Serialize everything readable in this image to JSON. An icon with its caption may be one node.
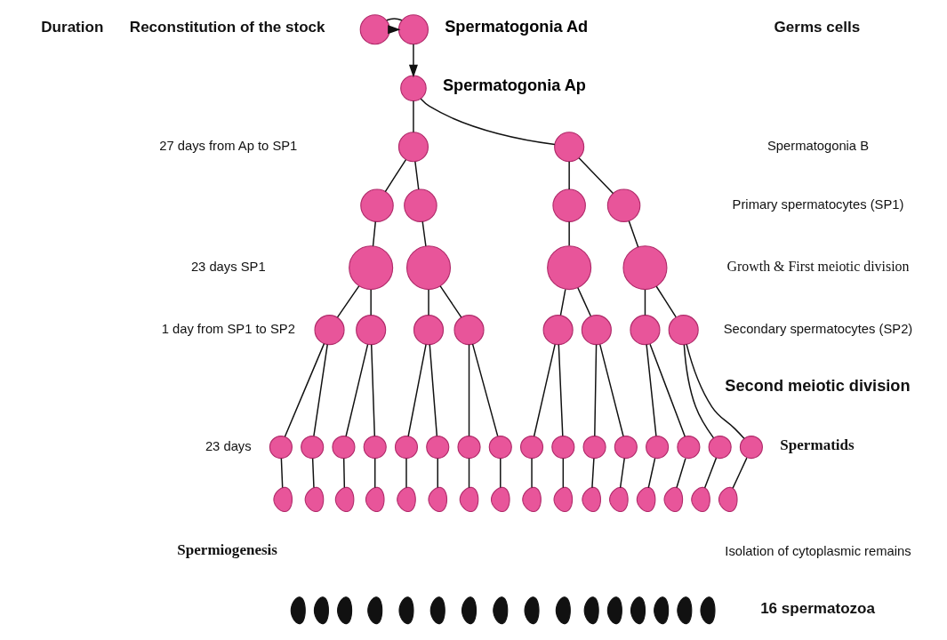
{
  "diagram": {
    "nodes": [
      {
        "text": [],
        "shape": "circle",
        "beside": [
          "Spermatogonia Ad"
        ]
      },
      {
        "text": [],
        "shape": "circle"
      },
      {
        "text": [],
        "shape": "circle",
        "beside": [
          "Spermatogonia Ap"
        ]
      },
      {
        "text": [],
        "shape": "circle"
      },
      {
        "text": [],
        "shape": "circle"
      },
      {
        "text": [],
        "shape": "circle"
      },
      {
        "text": [],
        "shape": "circle"
      },
      {
        "text": [],
        "shape": "circle"
      },
      {
        "text": [],
        "shape": "circle"
      },
      {
        "text": [],
        "shape": "circle"
      },
      {
        "text": [],
        "shape": "circle"
      },
      {
        "text": [],
        "shape": "circle"
      },
      {
        "text": [],
        "shape": "circle"
      },
      {
        "text": [],
        "shape": "circle"
      },
      {
        "text": [],
        "shape": "circle"
      },
      {
        "text": [],
        "shape": "circle"
      },
      {
        "text": [],
        "shape": "circle"
      },
      {
        "text": [],
        "shape": "circle"
      },
      {
        "text": [],
        "shape": "circle"
      },
      {
        "text": [],
        "shape": "circle"
      },
      {
        "text": [],
        "shape": "circle"
      },
      {
        "text": [],
        "shape": "circle"
      },
      {
        "text": [],
        "shape": "circle"
      },
      {
        "text": [],
        "shape": "circle"
      },
      {
        "text": [],
        "shape": "circle"
      },
      {
        "text": [],
        "shape": "circle"
      },
      {
        "text": [],
        "shape": "circle"
      },
      {
        "text": [],
        "shape": "circle"
      },
      {
        "text": [],
        "shape": "circle"
      },
      {
        "text": [],
        "shape": "circle"
      },
      {
        "text": [],
        "shape": "circle"
      },
      {
        "text": [],
        "shape": "circle"
      },
      {
        "text": [],
        "shape": "circle"
      },
      {
        "text": [],
        "shape": "circle"
      },
      {
        "text": [],
        "shape": "circle"
      },
      {
        "text": [],
        "shape": "circle"
      },
      {
        "text": [],
        "shape": "circle"
      },
      {
        "text": [],
        "shape": "picture"
      },
      {
        "text": [],
        "shape": "picture"
      },
      {
        "text": [],
        "shape": "picture"
      },
      {
        "text": [],
        "shape": "picture"
      },
      {
        "text": [],
        "shape": "picture"
      },
      {
        "text": [],
        "shape": "picture"
      },
      {
        "text": [],
        "shape": "picture"
      },
      {
        "text": [],
        "shape": "picture"
      },
      {
        "text": [],
        "shape": "picture"
      },
      {
        "text": [],
        "shape": "picture"
      },
      {
        "text": [],
        "shape": "picture"
      },
      {
        "text": [],
        "shape": "picture"
      },
      {
        "text": [],
        "shape": "picture"
      },
      {
        "text": [],
        "shape": "picture"
      },
      {
        "text": [],
        "shape": "picture"
      },
      {
        "text": [],
        "shape": "picture"
      },
      {
        "text": [],
        "shape": "circle"
      },
      {
        "text": [],
        "shape": "circle"
      },
      {
        "text": [],
        "shape": "circle"
      },
      {
        "text": [],
        "shape": "circle"
      },
      {
        "text": [],
        "shape": "circle"
      },
      {
        "text": [],
        "shape": "circle"
      },
      {
        "text": [],
        "shape": "circle"
      },
      {
        "text": [],
        "shape": "circle"
      },
      {
        "text": [],
        "shape": "circle"
      },
      {
        "text": [],
        "shape": "circle"
      },
      {
        "text": [],
        "shape": "circle"
      },
      {
        "text": [],
        "shape": "circle"
      },
      {
        "text": [],
        "shape": "circle"
      },
      {
        "text": [],
        "shape": "circle"
      },
      {
        "text": [],
        "shape": "circle"
      },
      {
        "text": [],
        "shape": "circle"
      }
    ],
    "edges": [
      {
        "from": 1,
        "to": 0,
        "arrow": "to"
      },
      {
        "from": 0,
        "to": 1,
        "arrow": "none"
      },
      {
        "from": 0,
        "to": 2,
        "arrow": "to"
      },
      {
        "from": 2,
        "to": 3,
        "arrow": "none"
      },
      {
        "from": 2,
        "to": 4,
        "arrow": "none"
      },
      {
        "from": 3,
        "to": 5,
        "arrow": "none"
      },
      {
        "from": 3,
        "to": 6,
        "arrow": "none"
      },
      {
        "from": 4,
        "to": 7,
        "arrow": "none"
      },
      {
        "from": 4,
        "to": 8,
        "arrow": "none"
      },
      {
        "from": 5,
        "to": 9,
        "arrow": "none"
      },
      {
        "from": 6,
        "to": 10,
        "arrow": "none"
      },
      {
        "from": 7,
        "to": 11,
        "arrow": "none"
      },
      {
        "from": 8,
        "to": 12,
        "arrow": "none"
      },
      {
        "from": 9,
        "to": 13,
        "arrow": "none"
      },
      {
        "from": 9,
        "to": 14,
        "arrow": "none"
      },
      {
        "from": 10,
        "to": 15,
        "arrow": "none"
      },
      {
        "from": 10,
        "to": 16,
        "arrow": "none"
      },
      {
        "from": 11,
        "to": 17,
        "arrow": "none"
      },
      {
        "from": 11,
        "to": 18,
        "arrow": "none"
      },
      {
        "from": 12,
        "to": 19,
        "arrow": "none"
      },
      {
        "from": 12,
        "to": 20,
        "arrow": "none"
      },
      {
        "from": 13,
        "to": 21,
        "arrow": "none"
      },
      {
        "from": 13,
        "to": 22,
        "arrow": "none"
      },
      {
        "from": 14,
        "to": 23,
        "arrow": "none"
      },
      {
        "from": 14,
        "to": 24,
        "arrow": "none"
      },
      {
        "from": 15,
        "to": 25,
        "arrow": "none"
      },
      {
        "from": 15,
        "to": 26,
        "arrow": "none"
      },
      {
        "from": 16,
        "to": 27,
        "arrow": "none"
      },
      {
        "from": 16,
        "to": 28,
        "arrow": "none"
      },
      {
        "from": 17,
        "to": 29,
        "arrow": "none"
      },
      {
        "from": 17,
        "to": 30,
        "arrow": "none"
      },
      {
        "from": 18,
        "to": 31,
        "arrow": "none"
      },
      {
        "from": 18,
        "to": 32,
        "arrow": "none"
      },
      {
        "from": 19,
        "to": 33,
        "arrow": "none"
      },
      {
        "from": 19,
        "to": 34,
        "arrow": "none"
      },
      {
        "from": 20,
        "to": 35,
        "arrow": "none"
      },
      {
        "from": 20,
        "to": 36,
        "arrow": "none"
      },
      {
        "from": 21,
        "to": 37,
        "arrow": "none"
      },
      {
        "from": 22,
        "to": 38,
        "arrow": "none"
      },
      {
        "from": 23,
        "to": 39,
        "arrow": "none"
      },
      {
        "from": 24,
        "to": 40,
        "arrow": "none"
      },
      {
        "from": 25,
        "to": 41,
        "arrow": "none"
      },
      {
        "from": 26,
        "to": 42,
        "arrow": "none"
      },
      {
        "from": 27,
        "to": 43,
        "arrow": "none"
      },
      {
        "from": 28,
        "to": 44,
        "arrow": "none"
      },
      {
        "from": 29,
        "to": 45,
        "arrow": "none"
      },
      {
        "from": 30,
        "to": 46,
        "arrow": "none"
      },
      {
        "from": 31,
        "to": 47,
        "arrow": "none"
      },
      {
        "from": 32,
        "to": 48,
        "arrow": "none"
      },
      {
        "from": 33,
        "to": 49,
        "arrow": "none"
      },
      {
        "from": 34,
        "to": 50,
        "arrow": "none"
      },
      {
        "from": 35,
        "to": 51,
        "arrow": "none"
      },
      {
        "from": 36,
        "to": 52,
        "arrow": "none"
      }
    ],
    "labels": [
      "Duration",
      "Reconstitution of the stock",
      "Germs cells",
      "27 days from Ap to SP1",
      "Spermatogonia B",
      "Primary spermatocytes (SP1)",
      "23 days SP1",
      "Growth & First meiotic division",
      "1 day from SP1 to SP2",
      "Secondary spermatocytes (SP2)",
      "Second meiotic division",
      "23 days",
      "Spermatids",
      "Spermiogenesis",
      "Isolation of cytoplasmic remains",
      "16 spermatozoa"
    ]
  }
}
